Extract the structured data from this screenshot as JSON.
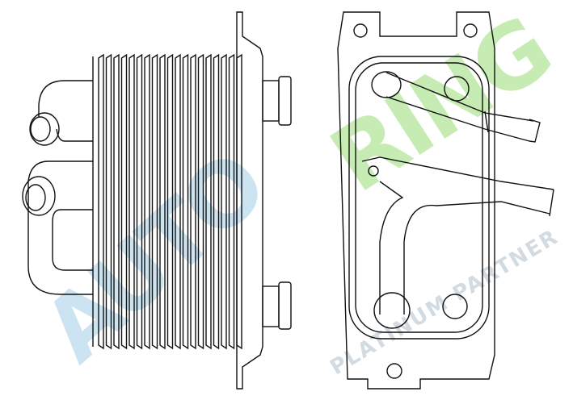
{
  "watermark": {
    "brand_primary": "AUTO",
    "brand_secondary": "RING",
    "tagline": "PLATINUM PARTNER",
    "colors": {
      "primary": "#bcdcee",
      "secondary": "#b4e69a",
      "tagline": "#c9d3dc"
    }
  },
  "drawing": {
    "subject": "oil-cooler-technical-drawing",
    "views": [
      "side-view",
      "front-view"
    ]
  }
}
